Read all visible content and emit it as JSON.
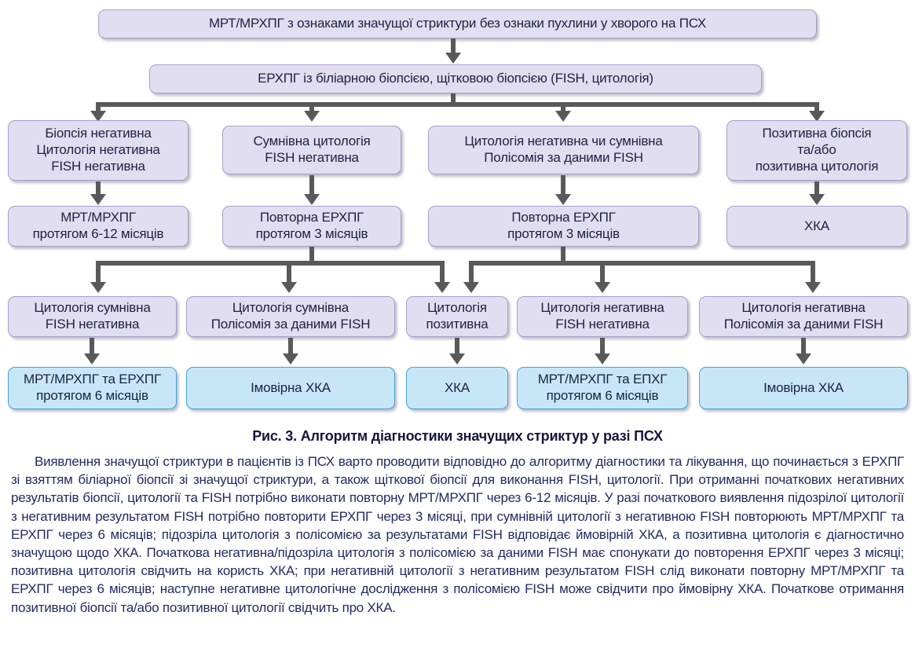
{
  "palette": {
    "lavender_fill": "#e2def1",
    "lavender_border": "#a79fcb",
    "blue_fill": "#c7e7f8",
    "blue_border": "#45a3d9",
    "connector_gray": "#58595b",
    "body_text_color": "#232a63"
  },
  "flowchart": {
    "row1": {
      "text": "МРТ/МРХПГ з ознаками значущої стриктури без ознаки пухлини у хворого на ПСХ"
    },
    "row2": {
      "text": "ЕРХПГ із біліарною біопсією, щітковою біопсією (FISH, цитологія)"
    },
    "row3": [
      {
        "text": "Біопсія негативна\nЦитологія негативна\nFISH негативна"
      },
      {
        "text": "Сумнівна цитологія\nFISH негативна"
      },
      {
        "text": "Цитологія негативна чи сумнівна\nПолісомія за даними FISH"
      },
      {
        "text": "Позитивна біопсія\nта/або\nпозитивна цитологія"
      }
    ],
    "row4": [
      {
        "text": "МРТ/МРХПГ\nпротягом 6-12 місяців"
      },
      {
        "text": "Повторна ЕРХПГ\nпротягом 3 місяців"
      },
      {
        "text": "Повторна ЕРХПГ\nпротягом 3 місяців"
      },
      {
        "text": "ХКА"
      }
    ],
    "row5": [
      {
        "text": "Цитологія сумнівна\nFISH негативна"
      },
      {
        "text": "Цитологія сумнівна\nПолісомія за даними FISH"
      },
      {
        "text": "Цитологія\nпозитивна"
      },
      {
        "text": "Цитологія негативна\nFISH негативна"
      },
      {
        "text": "Цитологія негативна\nПолісомія за даними FISH"
      }
    ],
    "row6": [
      {
        "text": "МРТ/МРХПГ та ЕРХПГ\nпротягом 6 місяців"
      },
      {
        "text": "Імовірна ХКА"
      },
      {
        "text": "ХКА"
      },
      {
        "text": "МРТ/МРХПГ та ЕПХГ\nпротягом 6 місяців"
      },
      {
        "text": "Імовірна ХКА"
      }
    ]
  },
  "caption": "Рис. 3. Алгоритм діагностики значущих стриктур у разі ПСХ",
  "paragraph": "Виявлення значущої стриктури в пацієнтів із ПСХ варто проводити відповідно до алгоритму діагностики та лікування, що починається з ЕРХПГ зі взяттям біліарної біопсії зі значущої стриктури, а також щіткової біопсії для виконання FISH, цитології. При отриманні початкових негативних результатів біопсії, цитології та FISH потрібно виконати повторну МРТ/МРХПГ через 6-12 місяців. У разі початкового виявлення підозрілої цитології з негативним результатом FISH потрібно повторити ЕРХПГ через 3 місяці, при сумнівній цитології з негативною FISH повторюють МРТ/МРХПГ та ЕРХПГ через 6 місяців; підозріла цитологія з полісомією за результатами FISH відповідає ймовірній ХКА, а позитивна цитологія є діагностично значущою щодо ХКА. Початкова негативна/підозріла цитологія з полісомією за даними FISH має спонукати до повторення ЕРХПГ через 3 місяці; позитивна цитологія свідчить на користь ХКА; при негативній цитології з негативним результатом FISH слід виконати повторну МРТ/МРХПГ та ЕРХПГ через 6 місяців; наступне негативне цитологічне дослідження з полісомією FISH може свідчити про ймовірну ХКА. Початкове отримання позитивної біопсії та/або позитивної цитології свідчить про ХКА."
}
